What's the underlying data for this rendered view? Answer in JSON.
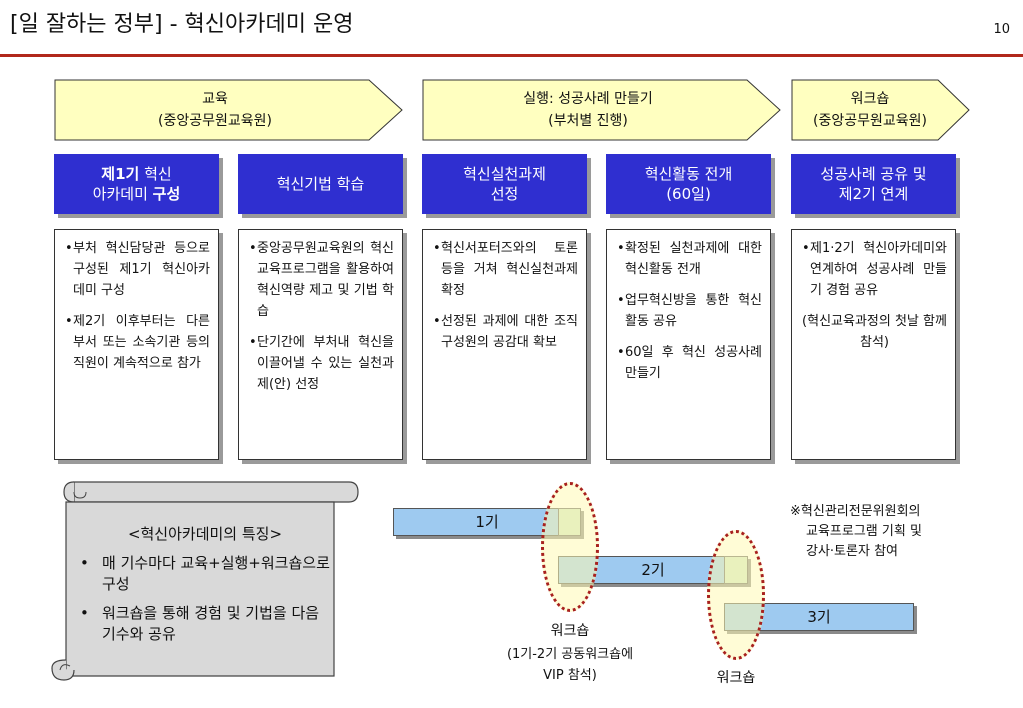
{
  "header": {
    "title": "[일 잘하는 정부] - 혁신아카데미 운영",
    "page_number": "10"
  },
  "arrows": [
    {
      "line1": "교육",
      "line2": "(중앙공무원교육원)"
    },
    {
      "line1": "실행: 성공사례 만들기",
      "line2": "(부처별 진행)"
    },
    {
      "line1": "워크숍",
      "line2": "(중앙공무원교육원)"
    }
  ],
  "columns": [
    {
      "head": {
        "pre_bold": "제1기",
        "after_bold": " 혁신",
        "line2_pre": "아카데미 ",
        "line2_bold": "구성"
      },
      "items": [
        "부처 혁신담당관 등으로 구성된 제1기 혁신아카 데미 구성",
        "제2기 이후부터는 다른 부서 또는 소속기관 등의 직원이 계속적으로 참가"
      ]
    },
    {
      "head": {
        "line1": "혁신기법 학습"
      },
      "items": [
        "중앙공무원교육원의 혁신 교육프로그램을 활용하여 혁신역량 제고 및 기법 학습",
        "단기간에 부처내 혁신을 이끌어낼 수 있는 실천과제(안) 선정"
      ]
    },
    {
      "head": {
        "line1": "혁신실천과제",
        "line2": "선정"
      },
      "items": [
        "혁신서포터즈와의 토론 등을 거쳐 혁신실천과제 확정",
        "선정된 과제에 대한 조직 구성원의 공감대 확보"
      ]
    },
    {
      "head": {
        "line1": "혁신활동 전개",
        "line2": "(60일)"
      },
      "items": [
        "확정된 실천과제에 대한 혁신활동 전개",
        "업무혁신방을 통한 혁신활동 공유",
        "60일 후 혁신 성공사례 만들기"
      ]
    },
    {
      "head": {
        "line1": "성공사례 공유 및",
        "line2": "제2기 연계"
      },
      "items": [
        "제1·2기 혁신아카데미와 연계하여 성공사례 만들기 경험 공유"
      ],
      "note": "(혁신교육과정의 첫날 함께 참석)"
    }
  ],
  "features": {
    "heading": "<혁신아카데미의 특징>",
    "items": [
      "매 기수마다 교육+실행+워크숍으로 구성",
      "워크숍을 통해 경험 및 기법을 다음 기수와 공유"
    ]
  },
  "timeline": {
    "bars": [
      "1기",
      "2기",
      "3기"
    ],
    "workshop1": {
      "label": "워크숍",
      "note1": "(1기-2기 공동워크숍에",
      "note2": "VIP 참석)"
    },
    "workshop2": {
      "label": "워크숍"
    },
    "side_note": [
      "※혁신관리전문위원회의",
      "교육프로그램 기획 및",
      "강사·토론자 참여"
    ]
  },
  "colors": {
    "accent_red": "#b1271b",
    "arrow_fill": "#ffffc0",
    "header_blue": "#2f2fd0",
    "bar_blue": "#9ecaf0",
    "overlap_green": "#cfe6c8",
    "scroll_gray": "#d9d9d9"
  }
}
